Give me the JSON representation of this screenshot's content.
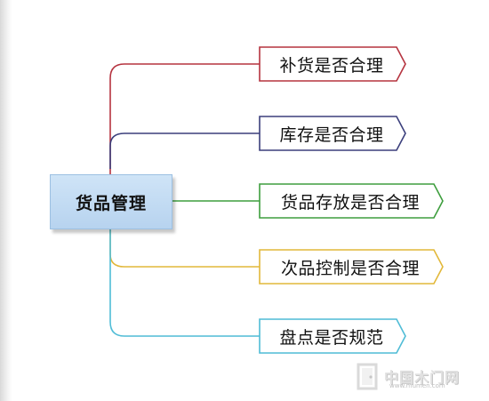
{
  "root": {
    "label": "货品管理"
  },
  "branches": [
    {
      "label": "补货是否合理",
      "color": "#b5333f"
    },
    {
      "label": "库存是否合理",
      "color": "#3b3f7c"
    },
    {
      "label": "货品存放是否合理",
      "color": "#3e9e3e"
    },
    {
      "label": "次品控制是否合理",
      "color": "#e2b83a"
    },
    {
      "label": "盘点是否规范",
      "color": "#4fbcd6"
    }
  ],
  "watermark": {
    "text": "中国木门网",
    "url": "www.mumen.com"
  }
}
